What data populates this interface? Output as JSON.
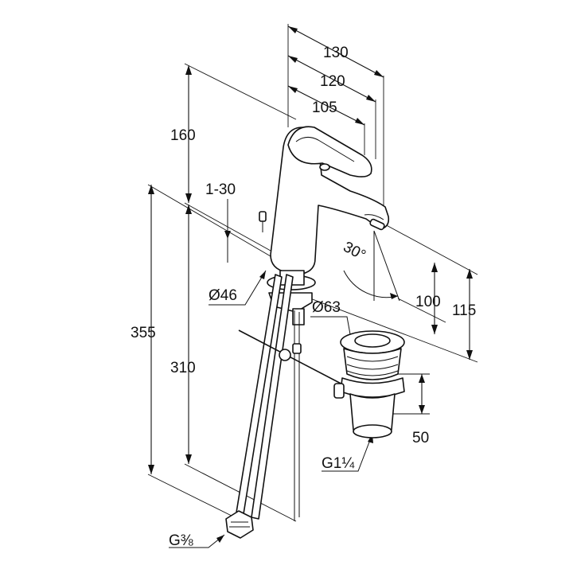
{
  "drawing": {
    "dimensions": {
      "d130": "130",
      "d120": "120",
      "d105": "105",
      "d160": "160",
      "d1_30": "1-30",
      "d30deg": "30°",
      "d46": "Ø46",
      "d63": "Ø63",
      "d100": "100",
      "d115": "115",
      "d355": "355",
      "d310": "310",
      "d50": "50",
      "g114": "G1¼",
      "g38": "G⅜"
    }
  }
}
